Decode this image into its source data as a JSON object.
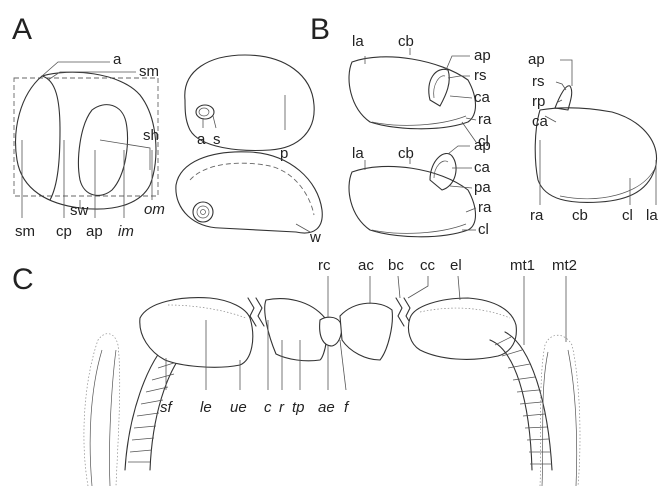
{
  "panels": {
    "A": "A",
    "B": "B",
    "C": "C"
  },
  "panelA": {
    "a_top": "a",
    "sm_top": "sm",
    "sh": "sh",
    "sm_bottom": "sm",
    "cp": "cp",
    "ap": "ap",
    "im": "im",
    "om": "om",
    "sw": "sw",
    "a_mid": "a",
    "s": "s",
    "p": "p",
    "w": "w"
  },
  "panelB": {
    "top_la": "la",
    "top_cb": "cb",
    "top_ap": "ap",
    "top_rs": "rs",
    "top_ca": "ca",
    "top_ra": "ra",
    "top_cl": "cl",
    "bot_la": "la",
    "bot_cb": "cb",
    "bot_ap": "ap",
    "bot_ca": "ca",
    "bot_pa": "pa",
    "bot_ra": "ra",
    "bot_cl": "cl",
    "side_ap": "ap",
    "side_rs": "rs",
    "side_rp": "rp",
    "side_ca": "ca",
    "side_ra": "ra",
    "side_cb": "cb",
    "side_cl": "cl",
    "side_la": "la"
  },
  "panelC": {
    "rc": "rc",
    "ac": "ac",
    "bc": "bc",
    "cc": "cc",
    "el": "el",
    "mt1": "mt1",
    "mt2": "mt2",
    "sf": "sf",
    "le": "le",
    "ue": "ue",
    "c": "c",
    "r": "r",
    "tp": "tp",
    "ae": "ae",
    "f": "f"
  }
}
